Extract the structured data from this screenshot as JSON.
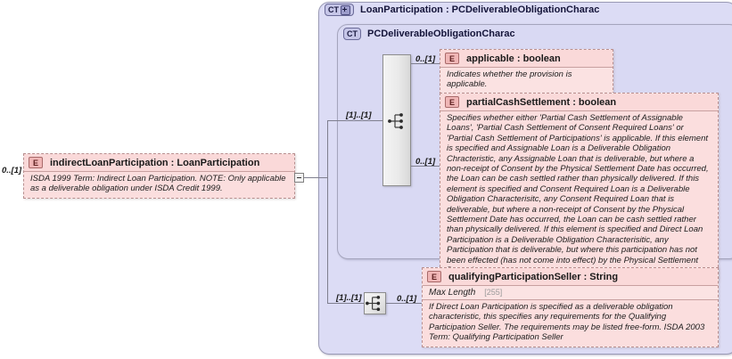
{
  "diagram": {
    "type": "xml-schema-diagram",
    "colors": {
      "container_fill": "#dcdcf5",
      "element_fill": "#fbeeee",
      "element_header_fill": "#fad9d9",
      "element_badge_fill": "#f0b6b6",
      "connector_line": "#7f7f8f",
      "ct_badge_fill": "#c6c6e8"
    }
  },
  "root_element": {
    "badge": "E",
    "name": "indirectLoanParticipation : LoanParticipation",
    "cardinality": "0..[1]",
    "documentation": "ISDA 1999 Term: Indirect Loan Participation. NOTE: Only applicable as a deliverable obligation under ISDA Credit 1999.",
    "toggle_icon": "collapse-minus-icon"
  },
  "outer_container": {
    "badge": "CT",
    "badge_expand_icon": "expand-plus-icon",
    "title": "LoanParticipation : PCDeliverableObligationCharac"
  },
  "inner_container": {
    "badge": "CT",
    "title": "PCDeliverableObligationCharac"
  },
  "compositors": [
    {
      "id": "sequence-main",
      "icon": "sequence-icon",
      "cardinality_in": "[1]..[1]"
    },
    {
      "id": "sequence-secondary",
      "icon": "sequence-icon",
      "cardinality_in": "[1]..[1]"
    }
  ],
  "elements": [
    {
      "badge": "E",
      "name": "applicable : boolean",
      "cardinality": "0..[1]",
      "documentation": "Indicates whether the provision is applicable."
    },
    {
      "badge": "E",
      "name": "partialCashSettlement : boolean",
      "cardinality": "0..[1]",
      "documentation": "Specifies whether either 'Partial Cash Settlement of Assignable Loans', 'Partial Cash Settlement of Consent Required Loans' or 'Partial Cash Settlement of Participations' is applicable. If this element is specified and Assignable Loan is a Deliverable Obligation Chracteristic, any Assignable Loan that is deliverable, but where a non-receipt of Consent by the Physical Settlement Date has occurred, the Loan can be cash settled rather than physically delivered. If this element is specified and Consent Required Loan is a Deliverable Obligation Characterisitc, any Consent Required Loan that is deliverable, but where a non-receipt of Consent by the Physical Settlement Date has occurred, the Loan can be cash settled rather than physically delivered. If this element is specified and Direct Loan Participation is a Deliverable Obligation Characterisitic, any Participation that is deliverable, but where this participation has not been effected (has not come into effect) by the Physical Settlement Date, the p"
    },
    {
      "badge": "E",
      "name": "qualifyingParticipationSeller : String",
      "cardinality": "0..[1]",
      "facet_label": "Max Length",
      "facet_value": "[255]",
      "documentation": "If Direct Loan Participation is specified as a deliverable obligation characteristic, this specifies any requirements for the Qualifying Participation Seller. The requirements may be listed free-form. ISDA 2003 Term: Qualifying Participation Seller"
    }
  ]
}
